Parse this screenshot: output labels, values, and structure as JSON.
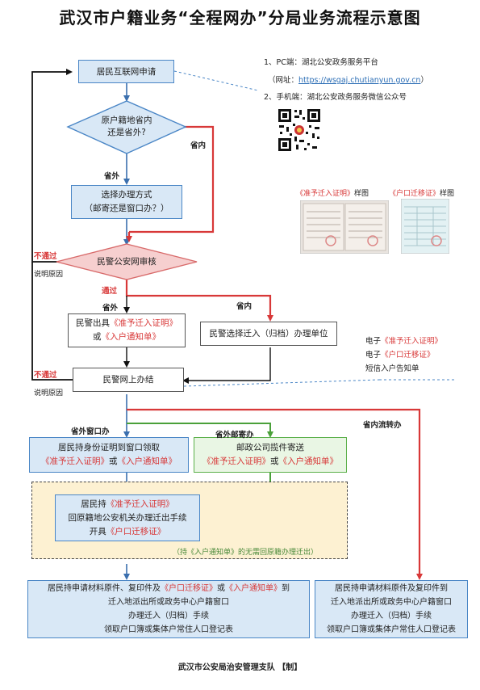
{
  "title": "武汉市户籍业务“全程网办”分局业务流程示意图",
  "info": {
    "pc_line": "1、PC端：湖北公安政务服务平台",
    "url_prefix": "（网址：",
    "url": "https://wsgaj.chutianyun.gov.cn",
    "url_suffix": "）",
    "mobile_line": "2、手机端：湖北公安政务服务微信公众号"
  },
  "samples": {
    "sample1_label": "《准予迁入证明》",
    "sample1_suffix": "样图",
    "sample2_label": "《户口迁移证》",
    "sample2_suffix": "样图"
  },
  "nodes": {
    "apply": "居民互联网申请",
    "decision_line1": "原户籍地省内",
    "decision_line2": "还是省外?",
    "choose_line1": "选择办理方式",
    "choose_line2": "（邮寄还是窗口办？）",
    "review": "民警公安网审核",
    "issue_line1_prefix": "民警出具",
    "issue_line1_red": "《准予迁入证明》",
    "issue_line2_prefix": "或",
    "issue_line2_red": "《入户通知单》",
    "unit": "民警选择迁入（归档）办理单位",
    "online": "民警网上办结",
    "window_line1": "居民持身份证明到窗口领取",
    "window_line2_red1": "《准予迁入证明》",
    "window_line2_mid": "或",
    "window_line2_red2": "《入户通知单》",
    "mail_line1": "邮政公司揽件寄送",
    "mail_line2_red1": "《准予迁入证明》",
    "mail_line2_mid": "或",
    "mail_line2_red2": "《入户通知单》",
    "origin_line1_prefix": "居民持",
    "origin_line1_red": "《准予迁入证明》",
    "origin_line2": "回原籍地公安机关办理迁出手续",
    "origin_line3_prefix": "开具",
    "origin_line3_red": "《户口迁移证》",
    "notice_note": "（持《入户通知单》的无需回原籍办理迁出）",
    "final_left_line1_prefix": "居民持申请材料原件、复印件及",
    "final_left_line1_red1": "《户口迁移证》",
    "final_left_line1_mid": "或",
    "final_left_line1_red2": "《入户通知单》",
    "final_left_line1_suffix": "到",
    "final_left_line2": "迁入地派出所或政务中心户籍窗口",
    "final_left_line3": "办理迁入（归档）手续",
    "final_left_line4": "领取户口簿或集体户常住人口登记表",
    "final_right_line1": "居民持申请材料原件及复印件到",
    "final_right_line2": "迁入地派出所或政务中心户籍窗口",
    "final_right_line3": "办理迁入（归档）手续",
    "final_right_line4": "领取户口簿或集体户常住人口登记表"
  },
  "electronic": {
    "line1_prefix": "电子",
    "line1_red": "《准予迁入证明》",
    "line2_prefix": "电子",
    "line2_red": "《户口迁移证》",
    "line3": "短信入户告知单"
  },
  "labels": {
    "in_province_1": "省内",
    "out_province_1": "省外",
    "fail_1": "不通过",
    "reason_1": "说明原因",
    "pass": "通过",
    "out_province_2": "省外",
    "in_province_2": "省内",
    "fail_2": "不通过",
    "reason_2": "说明原因",
    "window_route": "省外窗口办",
    "mail_route": "省外邮寄办",
    "transfer_route": "省内流转办"
  },
  "footer": {
    "org": "武汉市公安局治安管理支队",
    "tag": "【制】"
  },
  "colors": {
    "blue_border": "#4a86c6",
    "blue_fill": "#d9e8f6",
    "red": "#d83838",
    "green": "#5bb04a",
    "note_fill": "#fdf1d2"
  }
}
